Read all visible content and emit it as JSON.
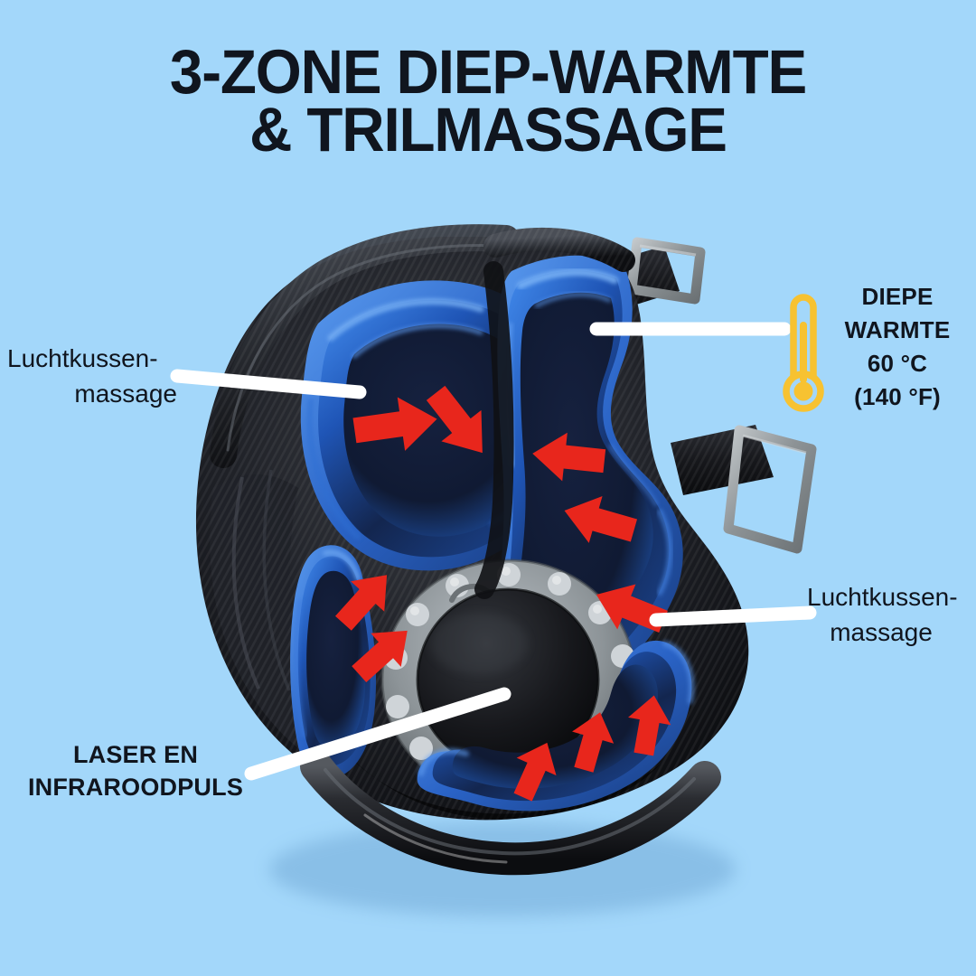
{
  "background_color": "#a3d7fa",
  "title": {
    "line1": "3-ZONE DIEP-WARMTE",
    "line2": "& TRILMASSAGE",
    "color": "#10151e"
  },
  "callouts": {
    "air_left": {
      "line1": "Luchtkussen-",
      "line2": "massage"
    },
    "air_right": {
      "line1": "Luchtkussen-",
      "line2": "massage"
    },
    "heat": {
      "line1": "DIEPE",
      "line2": "WARMTE",
      "line3": "60 °C",
      "line4": "(140 °F)",
      "icon": "thermometer-icon",
      "icon_color": "#f7c231"
    },
    "laser": {
      "line1": "LASER EN",
      "line2": "INFRAROODPULS"
    }
  },
  "product": {
    "name": "heated-vibration-knee-brace",
    "shell_color": "#15161a",
    "cushion_color": "#1d54b4",
    "cushion_highlight": "#3f86e8",
    "arrow_color": "#e8261c",
    "buckle_color": "#9ba0a4",
    "led_color": "#c9ced2",
    "laser_module_color": "#16171b"
  },
  "leader_lines": {
    "color": "#ffffff",
    "count": 4
  }
}
